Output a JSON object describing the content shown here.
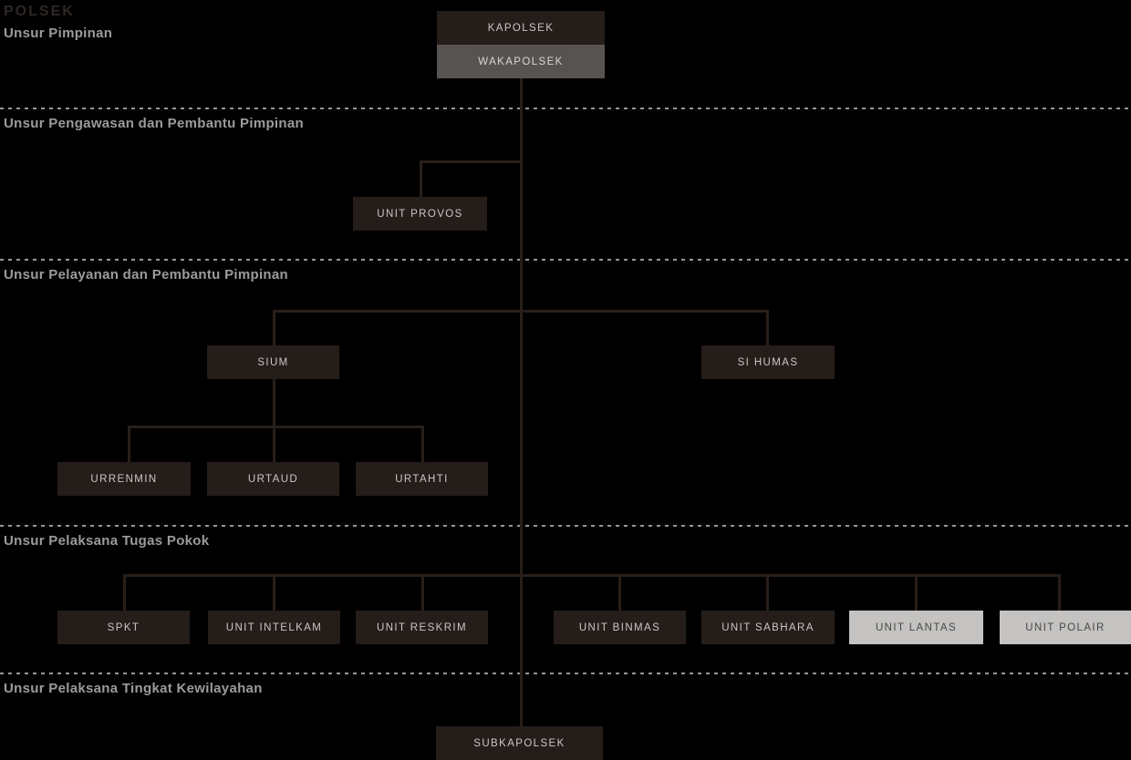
{
  "title": "POLSEK",
  "sections": {
    "pimpinan": {
      "label": "Unsur Pimpinan"
    },
    "pengawasan": {
      "label": "Unsur Pengawasan dan Pembantu Pimpinan"
    },
    "pelayanan": {
      "label": "Unsur Pelayanan dan Pembantu Pimpinan"
    },
    "pelaksana_pokok": {
      "label": "Unsur Pelaksana Tugas Pokok"
    },
    "kewilayahan": {
      "label": "Unsur Pelaksana Tingkat Kewilayahan"
    }
  },
  "nodes": {
    "kapolsek": {
      "label": "KAPOLSEK",
      "variant": "dark"
    },
    "wakapolsek": {
      "label": "WAKAPOLSEK",
      "variant": "gray"
    },
    "unit_provos": {
      "label": "UNIT PROVOS",
      "variant": "dark"
    },
    "sium": {
      "label": "SIUM",
      "variant": "dark"
    },
    "si_humas": {
      "label": "SI HUMAS",
      "variant": "dark"
    },
    "urrenmin": {
      "label": "URRENMIN",
      "variant": "dark"
    },
    "urtaud": {
      "label": "URTAUD",
      "variant": "dark"
    },
    "urtahti": {
      "label": "URTAHTI",
      "variant": "dark"
    },
    "spkt": {
      "label": "SPKT",
      "variant": "dark"
    },
    "unit_intelkam": {
      "label": "UNIT INTELKAM",
      "variant": "dark"
    },
    "unit_reskrim": {
      "label": "UNIT RESKRIM",
      "variant": "dark"
    },
    "unit_binmas": {
      "label": "UNIT BINMAS",
      "variant": "dark"
    },
    "unit_sabhara": {
      "label": "UNIT SABHARA",
      "variant": "dark"
    },
    "unit_lantas": {
      "label": "UNIT LANTAS",
      "variant": "light"
    },
    "unit_polair": {
      "label": "UNIT POLAIR",
      "variant": "light"
    },
    "subkapolsek": {
      "label": "SUBKAPOLSEK",
      "variant": "dark"
    }
  },
  "colors": {
    "background": "#000000",
    "node-dark-bg": "#241d1a",
    "node-dark-text": "#cbc7c3",
    "node-gray-bg": "#575350",
    "node-gray-text": "#d9d6d3",
    "node-light-bg": "#c4c3c2",
    "node-light-text": "#4a4846",
    "connector": "#281f1a",
    "divider": "#969696",
    "section-label": "#9d9b9b",
    "title-color": "#2e2725"
  }
}
